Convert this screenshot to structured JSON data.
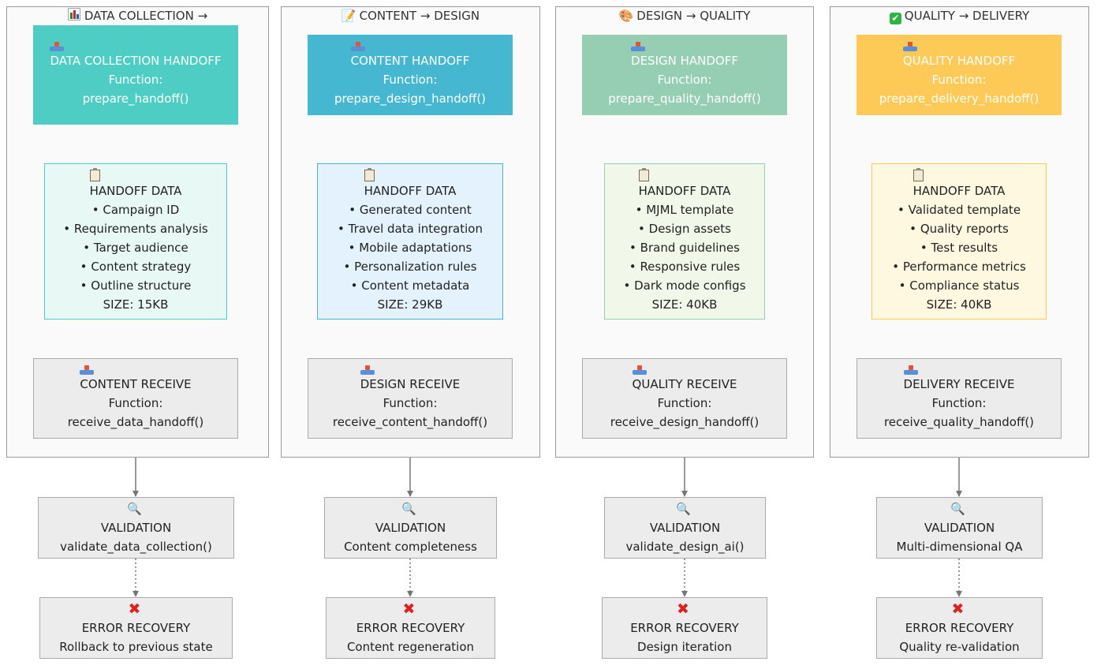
{
  "lanes": [
    {
      "title": "DATA COLLECTION →",
      "icon": "bar-chart-icon",
      "handoff": {
        "title": "DATA COLLECTION HANDOFF",
        "function_label": "Function:",
        "function": "prepare_handoff()",
        "color": "#4ecdc4"
      },
      "handoff_data": {
        "title": "HANDOFF DATA",
        "items": [
          "Campaign ID",
          "Requirements analysis",
          "Target audience",
          "Content strategy",
          "Outline structure"
        ],
        "size": "SIZE: 15KB",
        "fill": "#e8f8f5",
        "border": "#4ecdc4"
      },
      "receive": {
        "title": "CONTENT RECEIVE",
        "function_label": "Function:",
        "function": "receive_data_handoff()"
      },
      "validation": {
        "title": "VALIDATION",
        "detail": "validate_data_collection()"
      },
      "error_recovery": {
        "title": "ERROR RECOVERY",
        "detail": "Rollback to previous state"
      }
    },
    {
      "title": "CONTENT → DESIGN",
      "icon": "memo-icon",
      "handoff": {
        "title": "CONTENT HANDOFF",
        "function_label": "Function:",
        "function": "prepare_design_handoff()",
        "color": "#45b7d1"
      },
      "handoff_data": {
        "title": "HANDOFF DATA",
        "items": [
          "Generated content",
          "Travel data integration",
          "Mobile adaptations",
          "Personalization rules",
          "Content metadata"
        ],
        "size": "SIZE: 29KB",
        "fill": "#e3f2fd",
        "border": "#45b7d1"
      },
      "receive": {
        "title": "DESIGN RECEIVE",
        "function_label": "Function:",
        "function": "receive_content_handoff()"
      },
      "validation": {
        "title": "VALIDATION",
        "detail": "Content completeness"
      },
      "error_recovery": {
        "title": "ERROR RECOVERY",
        "detail": "Content regeneration"
      }
    },
    {
      "title": "DESIGN → QUALITY",
      "icon": "palette-icon",
      "handoff": {
        "title": "DESIGN HANDOFF",
        "function_label": "Function:",
        "function": "prepare_quality_handoff()",
        "color": "#96ceb4"
      },
      "handoff_data": {
        "title": "HANDOFF DATA",
        "items": [
          "MJML template",
          "Design assets",
          "Brand guidelines",
          "Responsive rules",
          "Dark mode configs"
        ],
        "size": "SIZE: 40KB",
        "fill": "#f1f8e9",
        "border": "#96ceb4"
      },
      "receive": {
        "title": "QUALITY RECEIVE",
        "function_label": "Function:",
        "function": "receive_design_handoff()"
      },
      "validation": {
        "title": "VALIDATION",
        "detail": "validate_design_ai()"
      },
      "error_recovery": {
        "title": "ERROR RECOVERY",
        "detail": "Design iteration"
      }
    },
    {
      "title": "QUALITY → DELIVERY",
      "icon": "check-mark-icon",
      "handoff": {
        "title": "QUALITY HANDOFF",
        "function_label": "Function:",
        "function": "prepare_delivery_handoff()",
        "color": "#feca57"
      },
      "handoff_data": {
        "title": "HANDOFF DATA",
        "items": [
          "Validated template",
          "Quality reports",
          "Test results",
          "Performance metrics",
          "Compliance status"
        ],
        "size": "SIZE: 40KB",
        "fill": "#fff8e1",
        "border": "#feca57"
      },
      "receive": {
        "title": "DELIVERY RECEIVE",
        "function_label": "Function:",
        "function": "receive_quality_handoff()"
      },
      "validation": {
        "title": "VALIDATION",
        "detail": "Multi-dimensional QA"
      },
      "error_recovery": {
        "title": "ERROR RECOVERY",
        "detail": "Quality re-validation"
      }
    }
  ],
  "icons": {
    "handoff": "inbox-tray-icon",
    "handoff_data": "clipboard-icon",
    "receive": "inbox-tray-icon",
    "validation": "magnifier-icon",
    "error_recovery": "cross-mark-icon"
  },
  "bullet": "•",
  "colors": {
    "node_grey": "#ececec",
    "edge": "#777777",
    "lane_border": "#9a9a9a"
  }
}
